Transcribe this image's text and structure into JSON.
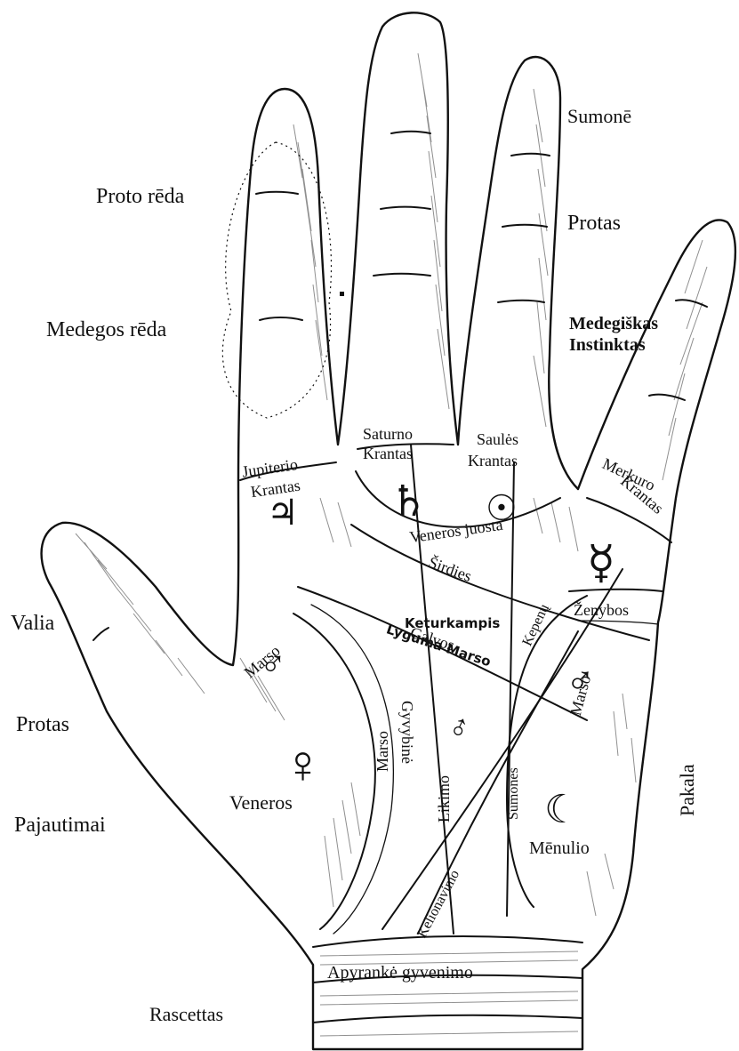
{
  "labels": {
    "proto_reda": "Proto rēda",
    "medegos_reda": "Medegos rēda",
    "sumone_top": "Sumonē",
    "protas_right": "Protas",
    "medegiskas": "Medegiškas",
    "instinktas": "Instinktas",
    "jupiterio": "Jupiterio",
    "krantas_jupiter": "Krantas",
    "saturno": "Saturno",
    "krantas_saturn": "Krantas",
    "sales": "Saulės",
    "krantas_sun": "Krantas",
    "merkuro": "Merkuro",
    "krantas_mercury": "Krantas",
    "veneros_juosta": "Veneros juosta",
    "sirdies": "Širdies",
    "zenybos": "Ženybos",
    "keturkampis": "Keturkampis",
    "galvos": "Galvos",
    "lyguma_marso": "Lyguma Marso",
    "kepenu": "Kepenų",
    "marso_thumb": "Marso",
    "marso_right": "Marso",
    "marso_plain": "Marso",
    "gyvybine": "Gyvybinė",
    "likimo": "Likimo",
    "sumones": "Sumonės",
    "menulio": "Mēnulio",
    "pakala": "Pakala",
    "veneros": "Veneros",
    "kelionavimo": "Kelionavimo",
    "apyranke": "Apyrankė gyvenimo",
    "rascettas": "Rascettas",
    "valia": "Valia",
    "protas_left": "Protas",
    "pajautimai": "Pajautimai"
  },
  "symbols": {
    "jupiter": "♃",
    "saturn": "♄",
    "sun": "☉",
    "mercury": "☿",
    "mars_thumb": "♂",
    "mars_right": "♂",
    "venus": "♀",
    "moon": "☾",
    "mars_plain": "♂"
  }
}
